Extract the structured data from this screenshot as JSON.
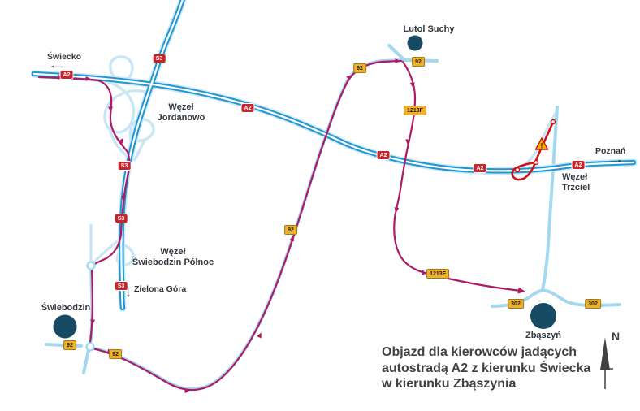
{
  "colors": {
    "motorway": "#1e96d2",
    "motorway_halo": "#cfe9f7",
    "road": "#a4d8f0",
    "ramp": "#c9e6f6",
    "detour": "#ad1a66",
    "closure": "#d31016",
    "warning_fill": "#f7b500",
    "shield_red": "#c8242b",
    "shield_yellow": "#f0b02a",
    "shield_yellow_border": "#9c7b1f",
    "town": "#174a63",
    "label": "#30373d",
    "title": "#414141"
  },
  "icons": {
    "arrow_left": "←",
    "arrow_right": "→",
    "arrow_down": "↓",
    "warning_mark": "!"
  },
  "compass": {
    "north_label": "N"
  },
  "title": {
    "lines": [
      "Objazd dla kierowców jadących",
      "autostradą A2 z kierunku Świecka",
      "w kierunku Zbąszynia"
    ]
  },
  "direction_labels": {
    "swiecko": "Świecko",
    "poznan": "Poznań",
    "zielona_gora": "Zielona Góra"
  },
  "towns": {
    "lutol_suchy": "Lutol Suchy",
    "swiebodzin": "Świebodzin",
    "zbaszyn": "Zbąszyń"
  },
  "junctions": {
    "jordanowo": {
      "line1": "Węzeł",
      "line2": "Jordanowo"
    },
    "swiebodzin_polnoc": {
      "line1": "Węzeł",
      "line2": "Świebodzin Północ"
    },
    "trzciel": {
      "line1": "Węzeł",
      "line2": "Trzciel"
    }
  },
  "shields": [
    {
      "text": "A2"
    },
    {
      "text": "A2"
    },
    {
      "text": "A2"
    },
    {
      "text": "A2"
    },
    {
      "text": "A2"
    },
    {
      "text": "S3"
    },
    {
      "text": "S3"
    },
    {
      "text": "S3"
    },
    {
      "text": "S3"
    },
    {
      "text": "92"
    },
    {
      "text": "92"
    },
    {
      "text": "92"
    },
    {
      "text": "92"
    },
    {
      "text": "92"
    },
    {
      "text": "1213F"
    },
    {
      "text": "1213F"
    },
    {
      "text": "302"
    },
    {
      "text": "302"
    }
  ]
}
